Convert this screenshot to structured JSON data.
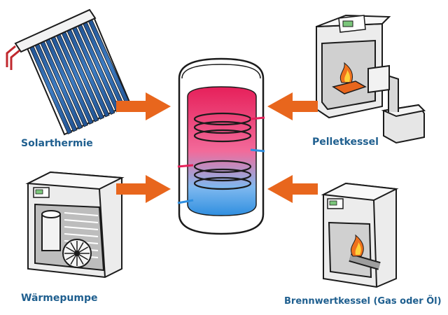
{
  "labels": {
    "solar": "Solarthermie",
    "pellet": "Pelletkessel",
    "heatpump": "Wärmepumpe",
    "condensing": "Brennwertkessel (Gas oder Öl)"
  },
  "colors": {
    "label_text": "#1f5f8f",
    "arrow": "#e8661d",
    "outline": "#1b1b1b",
    "tank_hot": "#e6205a",
    "tank_cold": "#2f8fe0",
    "solar_tube": "#2a62a6",
    "flame": "#f0721d"
  },
  "icons": {
    "solar": "solar-collector-icon",
    "pellet": "pellet-boiler-icon",
    "heatpump": "heat-pump-icon",
    "condensing": "condensing-boiler-icon",
    "tank": "storage-tank-icon",
    "arrow": "arrow-right-icon"
  }
}
